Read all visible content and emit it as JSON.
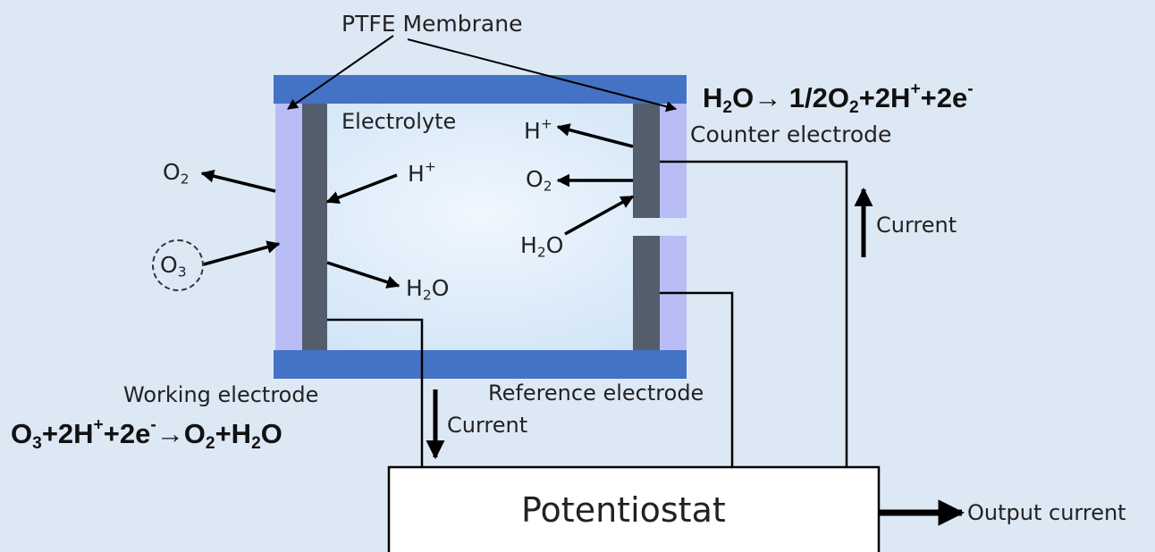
{
  "labels": {
    "ptfe_membrane": "PTFE Membrane",
    "electrolyte": "Electrolyte",
    "counter_electrode": "Counter electrode",
    "working_electrode": "Working electrode",
    "reference_electrode": "Reference electrode",
    "current_up": "Current",
    "current_down": "Current",
    "potentiostat": "Potentiostat",
    "output_current": "Output current"
  },
  "species": {
    "o2": "O",
    "o2_sub": "2",
    "o3": "O",
    "o3_sub": "3",
    "h_plus": "H",
    "h_plus_sup": "+",
    "h2o": "H",
    "h2o_sub": "2",
    "h2o_rest": "O"
  },
  "equations": {
    "counter": {
      "p1": "H",
      "s1": "2",
      "p2": "O→ 1/2O",
      "s2": "2",
      "p3": "+2H",
      "sup1": "+",
      "p4": "+2e",
      "sup2": "-"
    },
    "working": {
      "p1": "O",
      "s1": "3",
      "p2": "+2H",
      "sup1": "+",
      "p3": "+2e",
      "sup2": "-",
      "p4": "→O",
      "s2": "2",
      "p5": "+H",
      "s3": "2",
      "p6": "O"
    }
  },
  "colors": {
    "background": "#dde8f5",
    "membrane_bar": "#4472c4",
    "ptfe_side": "#b8bdf5",
    "electrode": "#535d6b",
    "electrolyte_light": "#eef5fd",
    "electrolyte_dark": "#cfe3f6"
  }
}
